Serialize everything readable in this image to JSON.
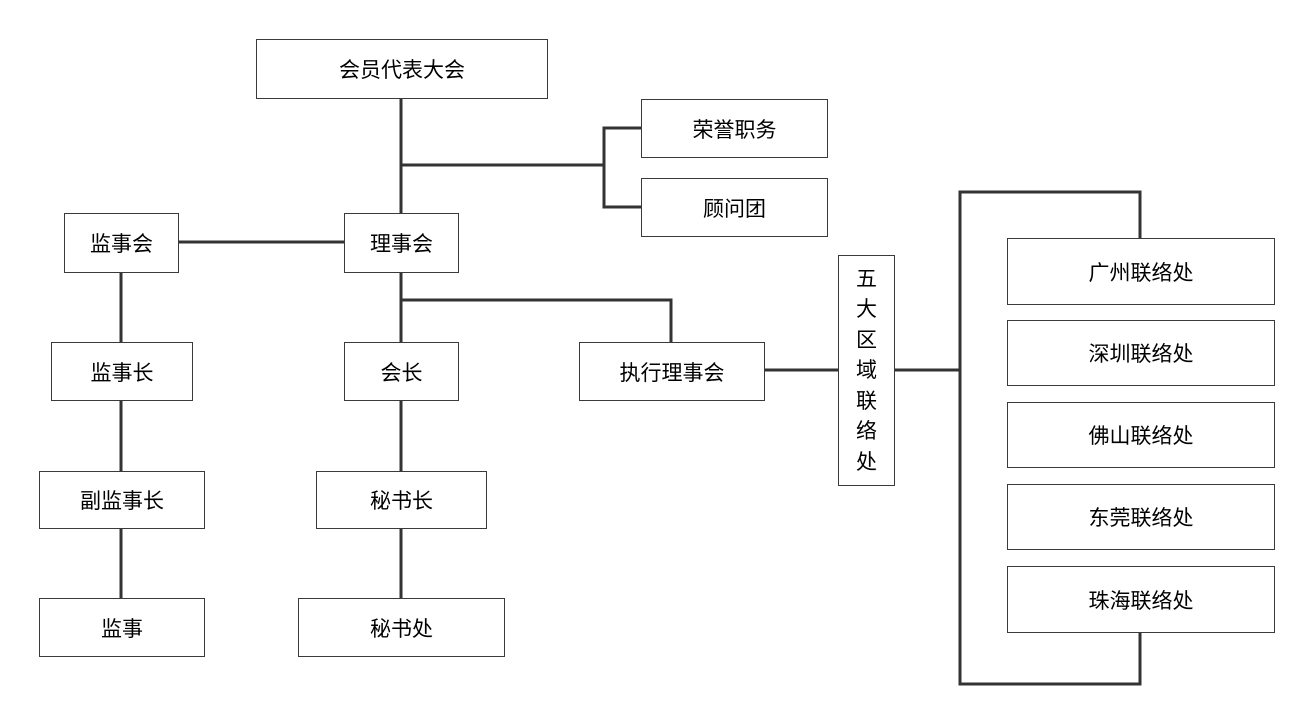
{
  "nodes": {
    "general_assembly": "会员代表大会",
    "honorary_posts": "荣誉职务",
    "advisory_group": "顾问团",
    "board_of_supervisors": "监事会",
    "council": "理事会",
    "chief_supervisor": "监事长",
    "deputy_chief_supervisor": "副监事长",
    "supervisor": "监事",
    "president": "会长",
    "secretary_general": "秘书长",
    "secretariat": "秘书处",
    "executive_council": "执行理事会",
    "five_regional_offices": "五大区域联络处",
    "guangzhou_office": "广州联络处",
    "shenzhen_office": "深圳联络处",
    "foshan_office": "佛山联络处",
    "dongguan_office": "东莞联络处",
    "zhuhai_office": "珠海联络处"
  },
  "colors": {
    "line": "#333333",
    "border": "#3a3a3a"
  }
}
